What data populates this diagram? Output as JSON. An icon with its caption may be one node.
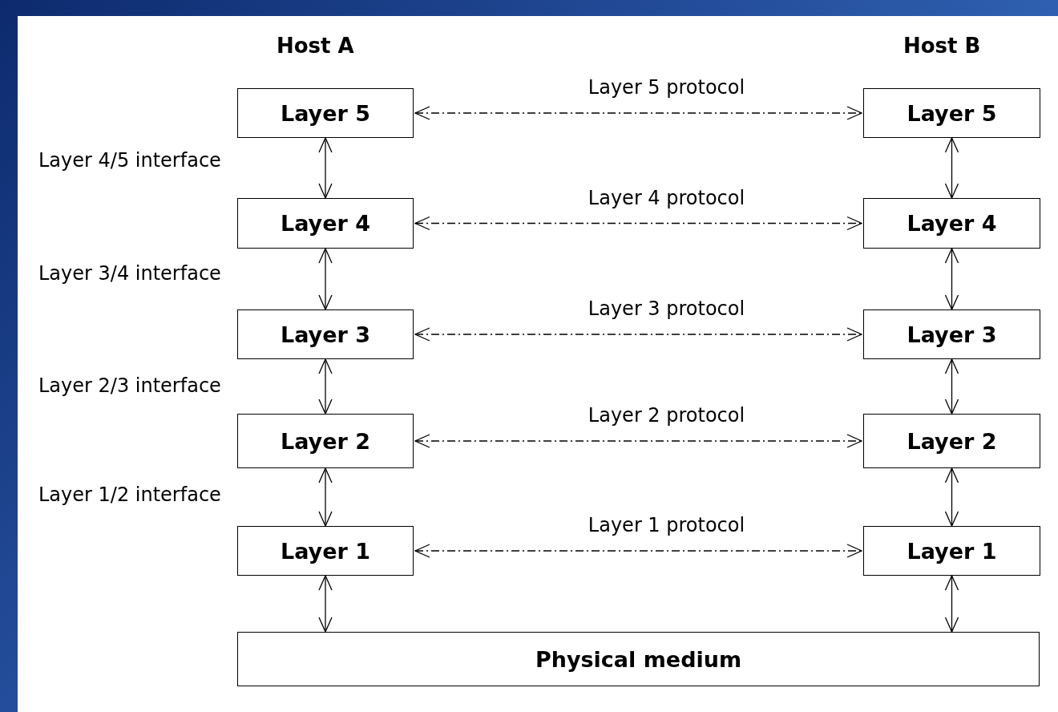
{
  "diagram": {
    "nodes": [
      {
        "text": [
          "Layer 5"
        ]
      },
      {
        "text": [
          "Layer 5"
        ]
      },
      {
        "text": [
          "Layer 4"
        ]
      },
      {
        "text": [
          "Layer 4"
        ]
      },
      {
        "text": [
          "Layer 3"
        ]
      },
      {
        "text": [
          "Layer 3"
        ]
      },
      {
        "text": [
          "Layer 2"
        ]
      },
      {
        "text": [
          "Layer 2"
        ]
      },
      {
        "text": [
          "Layer 1"
        ]
      },
      {
        "text": [
          "Layer 1"
        ]
      },
      {
        "text": [
          "Physical medium"
        ]
      }
    ],
    "edges": [
      {
        "from": 0,
        "to": 1,
        "arrow": "both",
        "label": "Layer 5 protocol",
        "style": "dashed"
      },
      {
        "from": 2,
        "to": 3,
        "arrow": "both",
        "label": "Layer 4 protocol",
        "style": "dashed"
      },
      {
        "from": 4,
        "to": 5,
        "arrow": "both",
        "label": "Layer 3 protocol",
        "style": "dashed"
      },
      {
        "from": 6,
        "to": 7,
        "arrow": "both",
        "label": "Layer 2 protocol",
        "style": "dashed"
      },
      {
        "from": 8,
        "to": 9,
        "arrow": "both",
        "label": "Layer 1 protocol",
        "style": "dashed"
      },
      {
        "from": 0,
        "to": 2,
        "arrow": "both"
      },
      {
        "from": 2,
        "to": 4,
        "arrow": "both"
      },
      {
        "from": 4,
        "to": 6,
        "arrow": "both"
      },
      {
        "from": 6,
        "to": 8,
        "arrow": "both"
      },
      {
        "from": 8,
        "to": 10,
        "arrow": "both"
      },
      {
        "from": 1,
        "to": 3,
        "arrow": "both"
      },
      {
        "from": 3,
        "to": 5,
        "arrow": "both"
      },
      {
        "from": 5,
        "to": 7,
        "arrow": "both"
      },
      {
        "from": 7,
        "to": 9,
        "arrow": "both"
      },
      {
        "from": 9,
        "to": 10,
        "arrow": "both"
      }
    ],
    "labels": [
      "Host A",
      "Host B",
      "Layer 4/5 interface",
      "Layer 3/4 interface",
      "Layer 2/3 interface",
      "Layer 1/2 interface"
    ]
  }
}
